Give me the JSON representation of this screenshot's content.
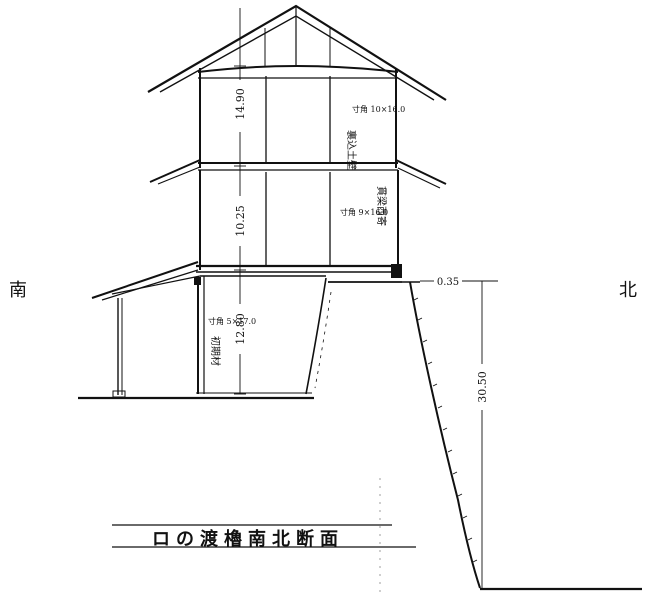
{
  "compass": {
    "south": "南",
    "north": "北"
  },
  "title": "ロの渡櫓南北断面",
  "dimensions": {
    "top_storey_height": "14.90",
    "middle_storey_height": "10.25",
    "ground_storey_height": "12.80",
    "ledge_offset": "0.35",
    "stone_wall_height": "30.50"
  },
  "annotations": {
    "upper_post_size": "寸角 10×16.0",
    "upper_wall_note": "裏込土壁",
    "middle_post_size": "寸角 9×16.0",
    "beam_note": "貫梁西寄",
    "lower_post_size": "寸角 5×17.0",
    "lower_post_note": "初期材"
  }
}
